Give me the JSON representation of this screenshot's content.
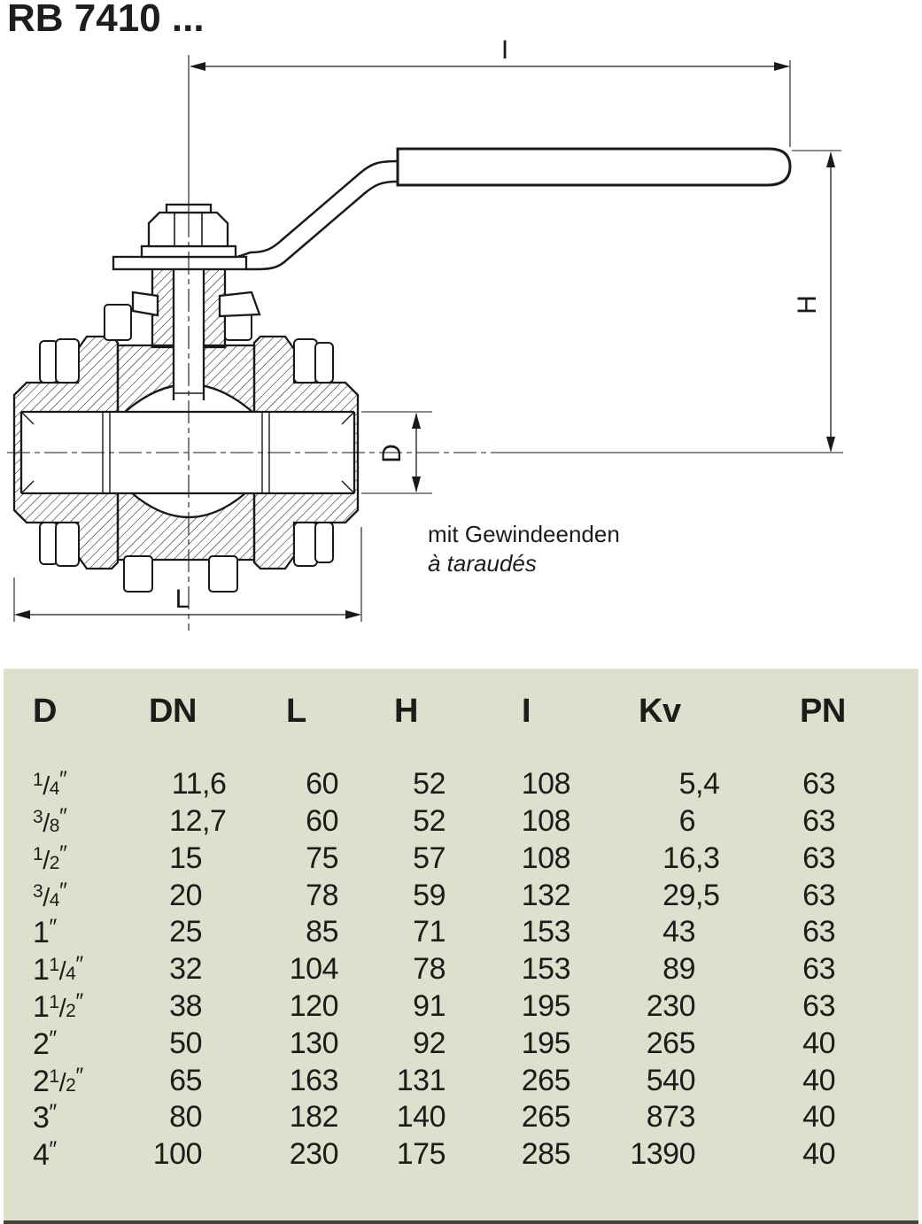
{
  "title": "RB 7410 ...",
  "drawing": {
    "dim_labels": {
      "i": "I",
      "h": "H",
      "d": "D",
      "l": "L"
    },
    "caption_de": "mit Gewindeenden",
    "caption_fr": "à taraudés"
  },
  "colors": {
    "table_bg": "#dde0cd",
    "line": "#1a1a1a",
    "bottom_strip": "#45453d"
  },
  "table": {
    "headers": {
      "d": "D",
      "dn": "DN",
      "l": "L",
      "h": "H",
      "i": "I",
      "kv": "Kv",
      "pn": "PN"
    },
    "rows": [
      {
        "d_whole": "",
        "d_num": "1",
        "d_slash": "/",
        "d_den": "4",
        "d_unit": "″",
        "dn_int": "11",
        "dn_dec": ",6",
        "l": "60",
        "h": "52",
        "i": "108",
        "kv_int": "5",
        "kv_dec": ",4",
        "pn": "63"
      },
      {
        "d_whole": "",
        "d_num": "3",
        "d_slash": "/",
        "d_den": "8",
        "d_unit": "″",
        "dn_int": "12",
        "dn_dec": ",7",
        "l": "60",
        "h": "52",
        "i": "108",
        "kv_int": "6",
        "kv_dec": "",
        "pn": "63"
      },
      {
        "d_whole": "",
        "d_num": "1",
        "d_slash": "/",
        "d_den": "2",
        "d_unit": "″",
        "dn_int": "15",
        "dn_dec": "",
        "l": "75",
        "h": "57",
        "i": "108",
        "kv_int": "16",
        "kv_dec": ",3",
        "pn": "63"
      },
      {
        "d_whole": "",
        "d_num": "3",
        "d_slash": "/",
        "d_den": "4",
        "d_unit": "″",
        "dn_int": "20",
        "dn_dec": "",
        "l": "78",
        "h": "59",
        "i": "132",
        "kv_int": "29",
        "kv_dec": ",5",
        "pn": "63"
      },
      {
        "d_whole": "1",
        "d_num": "",
        "d_slash": "",
        "d_den": "",
        "d_unit": "″",
        "dn_int": "25",
        "dn_dec": "",
        "l": "85",
        "h": "71",
        "i": "153",
        "kv_int": "43",
        "kv_dec": "",
        "pn": "63"
      },
      {
        "d_whole": "1",
        "d_num": "1",
        "d_slash": "/",
        "d_den": "4",
        "d_unit": "″",
        "dn_int": "32",
        "dn_dec": "",
        "l": "104",
        "h": "78",
        "i": "153",
        "kv_int": "89",
        "kv_dec": "",
        "pn": "63"
      },
      {
        "d_whole": "1",
        "d_num": "1",
        "d_slash": "/",
        "d_den": "2",
        "d_unit": "″",
        "dn_int": "38",
        "dn_dec": "",
        "l": "120",
        "h": "91",
        "i": "195",
        "kv_int": "230",
        "kv_dec": "",
        "pn": "63"
      },
      {
        "d_whole": "2",
        "d_num": "",
        "d_slash": "",
        "d_den": "",
        "d_unit": "″",
        "dn_int": "50",
        "dn_dec": "",
        "l": "130",
        "h": "92",
        "i": "195",
        "kv_int": "265",
        "kv_dec": "",
        "pn": "40"
      },
      {
        "d_whole": "2",
        "d_num": "1",
        "d_slash": "/",
        "d_den": "2",
        "d_unit": "″",
        "dn_int": "65",
        "dn_dec": "",
        "l": "163",
        "h": "131",
        "i": "265",
        "kv_int": "540",
        "kv_dec": "",
        "pn": "40"
      },
      {
        "d_whole": "3",
        "d_num": "",
        "d_slash": "",
        "d_den": "",
        "d_unit": "″",
        "dn_int": "80",
        "dn_dec": "",
        "l": "182",
        "h": "140",
        "i": "265",
        "kv_int": "873",
        "kv_dec": "",
        "pn": "40"
      },
      {
        "d_whole": "4",
        "d_num": "",
        "d_slash": "",
        "d_den": "",
        "d_unit": "″",
        "dn_int": "100",
        "dn_dec": "",
        "l": "230",
        "h": "175",
        "i": "285",
        "kv_int": "1390",
        "kv_dec": "",
        "pn": "40"
      }
    ]
  }
}
